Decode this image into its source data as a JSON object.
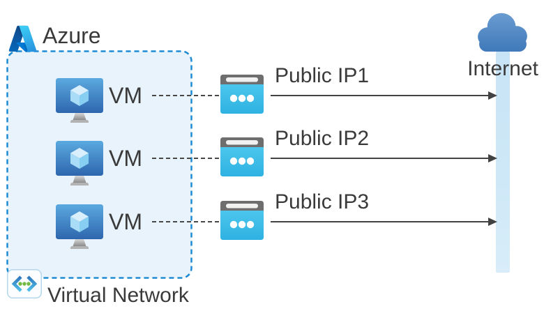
{
  "azure": {
    "label": "Azure"
  },
  "virtual_network": {
    "label": "Virtual Network"
  },
  "internet": {
    "label": "Internet"
  },
  "rows": [
    {
      "vm_label": "VM",
      "public_ip_label": "Public IP1"
    },
    {
      "vm_label": "VM",
      "public_ip_label": "Public IP2"
    },
    {
      "vm_label": "VM",
      "public_ip_label": "Public IP3"
    }
  ],
  "icons": {
    "azure_logo": "azure-logo-icon",
    "vm": "vm-monitor-icon",
    "public_ip": "public-ip-browser-icon",
    "internet_cloud": "internet-cloud-icon",
    "virtual_network": "virtual-network-chevron-icon"
  },
  "colors": {
    "vnet_box_fill": "#e8f3fb",
    "vnet_box_border": "#1e8bd3",
    "text": "#3a3a3a",
    "connector_gray": "#474747",
    "arrow_gray": "#424242",
    "internet_bar_blue": "#cde7f7",
    "cloud_blue": "#4a85c4",
    "public_ip_cyan": "#3bbde6",
    "vm_screen_blue": "#3f82c4",
    "vnet_dot_green": "#73b944"
  }
}
